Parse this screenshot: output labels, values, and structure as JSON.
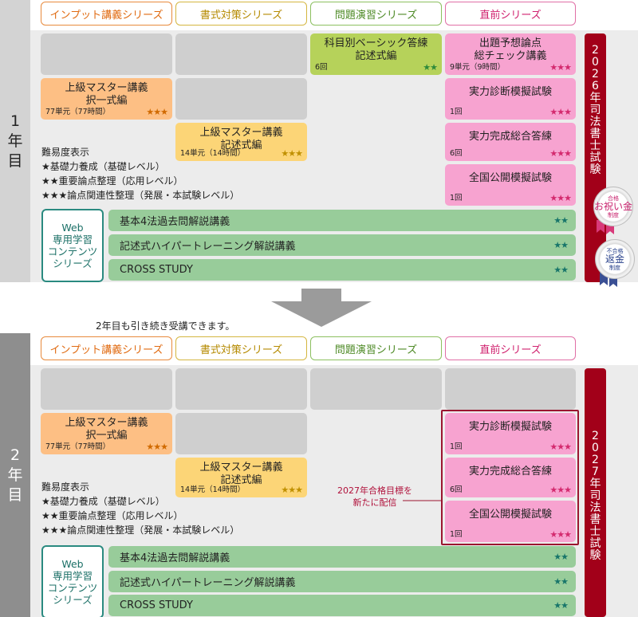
{
  "categories": [
    "インプット講義シリーズ",
    "書式対策シリーズ",
    "問題演習シリーズ",
    "直前シリーズ"
  ],
  "colors": {
    "input": "#e88a3c",
    "writing": "#d4b640",
    "drill": "#8cc060",
    "final": "#e06fa6",
    "exam": "#a20019",
    "web": "#98cc9a"
  },
  "year1": {
    "label": [
      "1",
      "年",
      "目"
    ],
    "courses": {
      "basic_drill": {
        "title1": "科目別ベーシック答練",
        "title2": "記述式編",
        "meta": "6回",
        "stars": "★★"
      },
      "forecast": {
        "title1": "出題予想論点",
        "title2": "総チェック講義",
        "meta": "9単元（9時間）",
        "stars": "★★★"
      },
      "master_choice": {
        "title1": "上級マスター講義",
        "title2": "択一式編",
        "meta": "77単元（77時間）",
        "stars": "★★★"
      },
      "diagnosis": {
        "title1": "実力診断模擬試験",
        "meta": "1回",
        "stars": "★★★"
      },
      "master_written": {
        "title1": "上級マスター講義",
        "title2": "記述式編",
        "meta": "14単元（14時間）",
        "stars": "★★★"
      },
      "completion": {
        "title1": "実力完成総合答練",
        "meta": "6回",
        "stars": "★★★"
      },
      "national": {
        "title1": "全国公開模擬試験",
        "meta": "1回",
        "stars": "★★★"
      }
    },
    "exam": [
      "2",
      "0",
      "2",
      "6",
      "年",
      "司",
      "法",
      "書",
      "士",
      "試",
      "験"
    ]
  },
  "year2": {
    "label": [
      "2",
      "年",
      "目"
    ],
    "courses": {
      "master_choice": {
        "title1": "上級マスター講義",
        "title2": "択一式編",
        "meta": "77単元（77時間）",
        "stars": "★★★"
      },
      "master_written": {
        "title1": "上級マスター講義",
        "title2": "記述式編",
        "meta": "14単元（14時間）",
        "stars": "★★★"
      },
      "diagnosis": {
        "title1": "実力診断模擬試験",
        "meta": "1回",
        "stars": "★★★"
      },
      "completion": {
        "title1": "実力完成総合答練",
        "meta": "6回",
        "stars": "★★★"
      },
      "national": {
        "title1": "全国公開模擬試験",
        "meta": "1回",
        "stars": "★★★"
      }
    },
    "note": [
      "2027年合格目標を",
      "新たに配信"
    ],
    "exam": [
      "2",
      "0",
      "2",
      "7",
      "年",
      "司",
      "法",
      "書",
      "士",
      "試",
      "験"
    ]
  },
  "legend": {
    "title": "難易度表示",
    "items": [
      "★基礎力養成（基礎レベル）",
      "★★重要論点整理（応用レベル）",
      "★★★論点関連性整理（発展・本試験レベル）"
    ]
  },
  "web": {
    "series": [
      "Web",
      "専用学習",
      "コンテンツ",
      "シリーズ"
    ],
    "items": [
      {
        "label": "基本4法過去問解説講義",
        "stars": "★★"
      },
      {
        "label": "記述式ハイパートレーニング解説講義",
        "stars": "★★"
      },
      {
        "label": "CROSS STUDY",
        "stars": "★★"
      }
    ]
  },
  "seals": [
    {
      "small": "合格",
      "big1": "お祝い金",
      "small2": "制度"
    },
    {
      "small": "不合格",
      "big1": "返金",
      "small2": "制度"
    }
  ],
  "continue_text": "2年目も引き続き受講できます。"
}
